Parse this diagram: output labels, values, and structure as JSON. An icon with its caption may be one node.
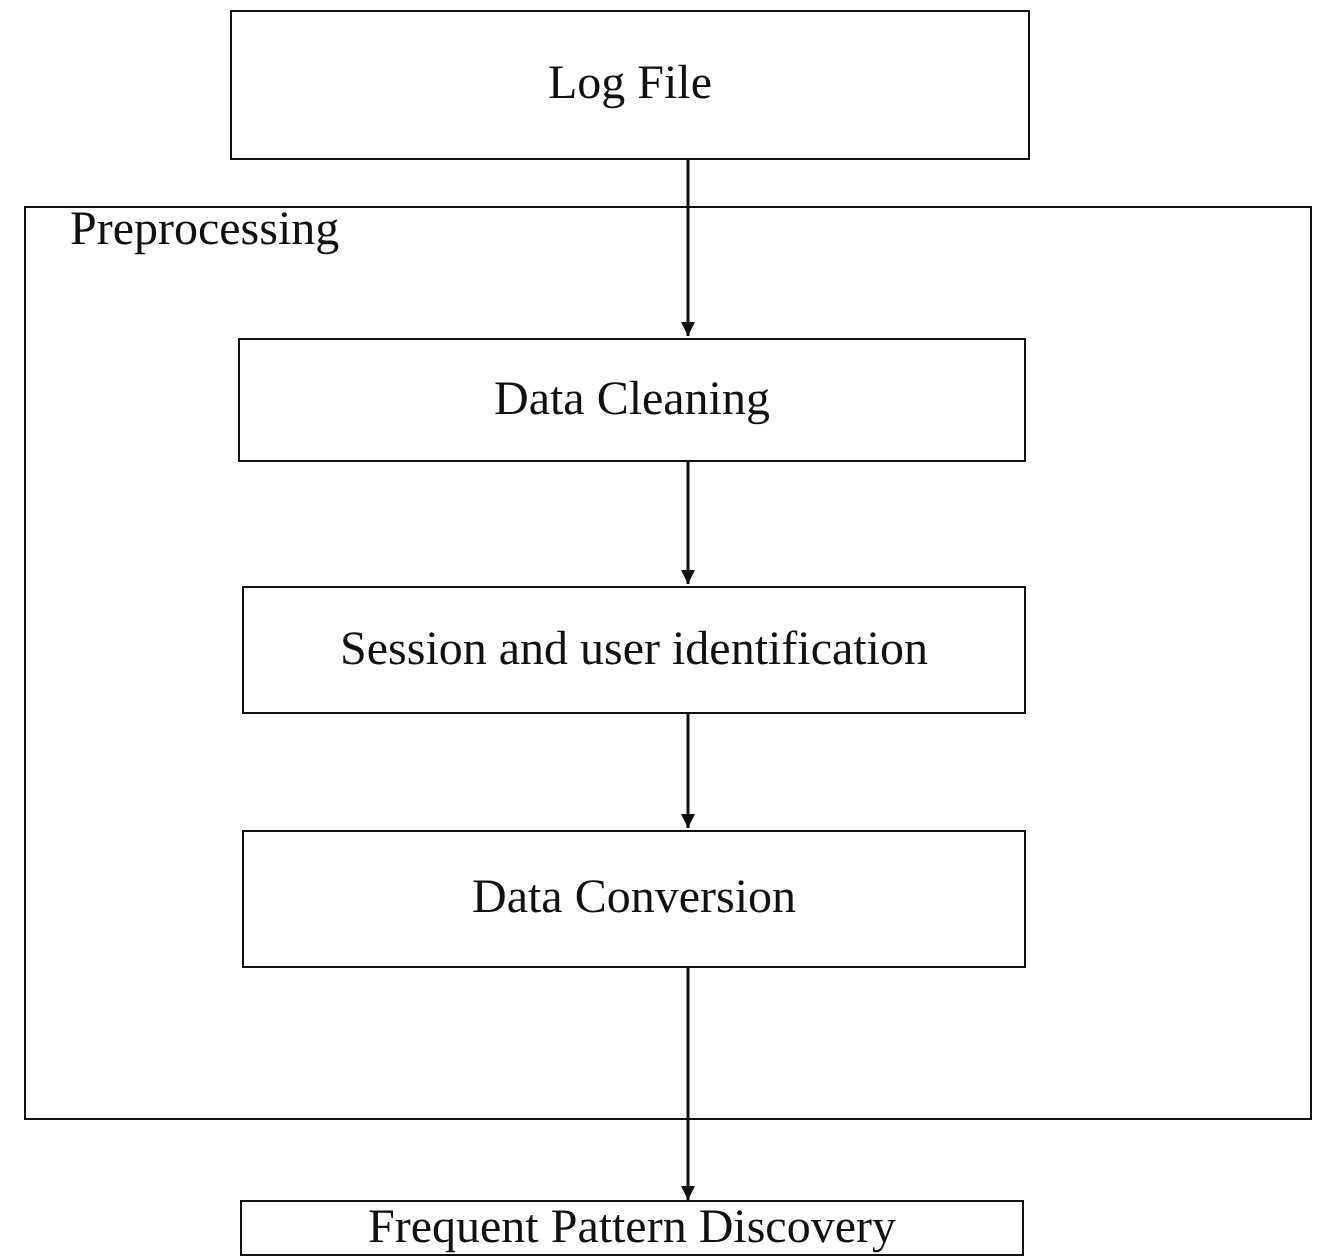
{
  "diagram": {
    "nodes": [
      {
        "text": [
          "Log File"
        ]
      },
      {
        "text": [
          "Preprocessing"
        ]
      },
      {
        "text": [
          "Data Cleaning"
        ],
        "in": 1
      },
      {
        "text": [
          "Session and user identification"
        ],
        "in": 1
      },
      {
        "text": [
          "Data Conversion"
        ],
        "in": 1
      },
      {
        "text": [
          "Frequent Pattern Discovery"
        ]
      }
    ],
    "edges": [
      {
        "from": 0,
        "to": 2,
        "arrow": "to"
      },
      {
        "from": 2,
        "to": 3,
        "arrow": "to"
      },
      {
        "from": 3,
        "to": 4,
        "arrow": "to"
      },
      {
        "from": 4,
        "to": 5,
        "arrow": "to"
      }
    ]
  }
}
